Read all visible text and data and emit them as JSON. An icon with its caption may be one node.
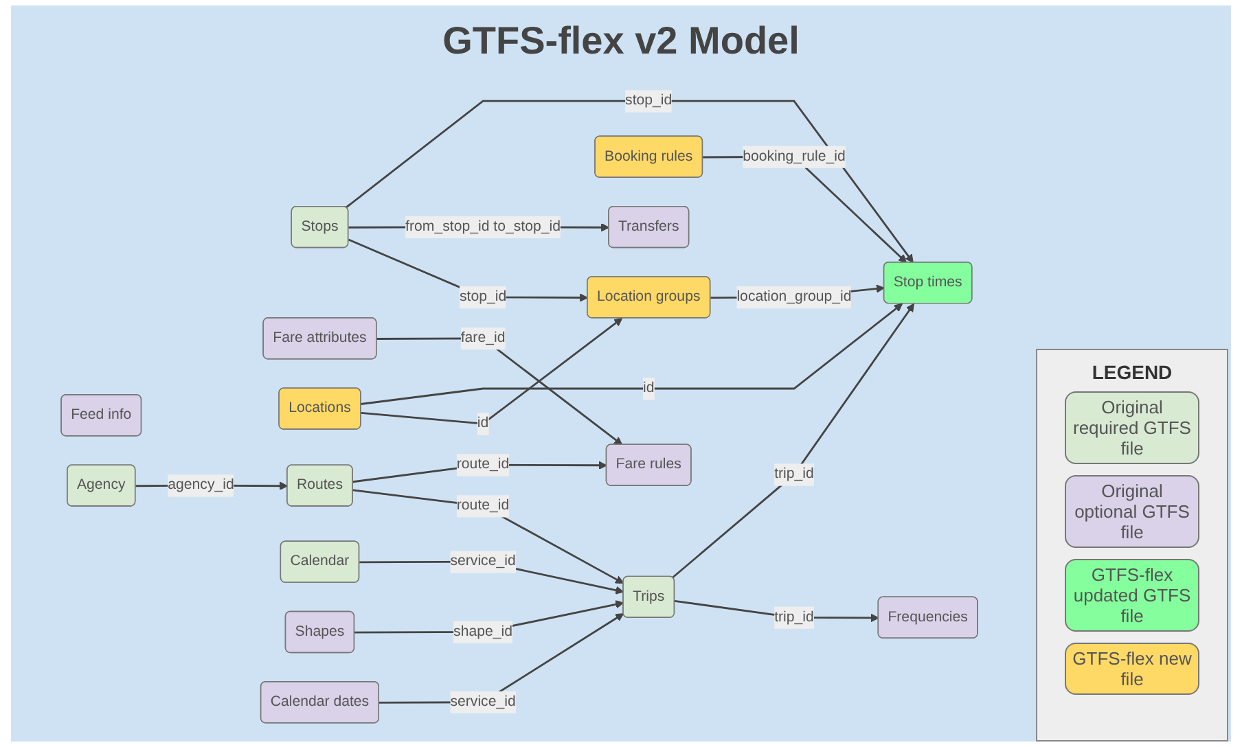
{
  "diagram": {
    "title": "GTFS-flex v2 Model",
    "nodes": [
      {
        "text": [
          "Stop times"
        ]
      },
      {
        "text": [
          "Stops"
        ]
      },
      {
        "text": [
          "Transfers"
        ]
      },
      {
        "text": [
          "Booking rules"
        ]
      },
      {
        "text": [
          "Feed info"
        ]
      },
      {
        "text": [
          "Location groups"
        ]
      },
      {
        "text": [
          "Fare attributes"
        ]
      },
      {
        "text": [
          "Fare rules"
        ]
      },
      {
        "text": [
          "Locations"
        ]
      },
      {
        "text": [
          "Agency"
        ]
      },
      {
        "text": [
          "Routes"
        ]
      },
      {
        "text": [
          "Trips"
        ]
      },
      {
        "text": [
          "Calendar"
        ]
      },
      {
        "text": [
          "Frequencies"
        ]
      },
      {
        "text": [
          "Shapes"
        ]
      },
      {
        "text": [
          "Calendar dates"
        ]
      }
    ],
    "edges": [
      {
        "from": 1,
        "to": 0,
        "arrow": "to",
        "label": "stop_id"
      },
      {
        "from": 1,
        "to": 2,
        "arrow": "to",
        "label": "from_stop_id to_stop_id"
      },
      {
        "from": 3,
        "to": 0,
        "arrow": "to",
        "label": "booking_rule_id"
      },
      {
        "from": 5,
        "to": 0,
        "arrow": "to",
        "label": "location_group_id"
      },
      {
        "from": 8,
        "to": 0,
        "arrow": "to",
        "label": "id"
      },
      {
        "from": 1,
        "to": 5,
        "arrow": "to",
        "label": "stop_id"
      },
      {
        "from": 8,
        "to": 5,
        "arrow": "to",
        "label": "id"
      },
      {
        "from": 11,
        "to": 0,
        "arrow": "to",
        "label": "trip_id"
      },
      {
        "from": 6,
        "to": 7,
        "arrow": "to",
        "label": "fare_id"
      },
      {
        "from": 10,
        "to": 7,
        "arrow": "to",
        "label": "route_id"
      },
      {
        "from": 9,
        "to": 10,
        "arrow": "to",
        "label": "agency_id"
      },
      {
        "from": 10,
        "to": 11,
        "arrow": "to",
        "label": "route_id"
      },
      {
        "from": 12,
        "to": 11,
        "arrow": "to",
        "label": "service_id"
      },
      {
        "from": 11,
        "to": 13,
        "arrow": "to",
        "label": "trip_id"
      },
      {
        "from": 14,
        "to": 11,
        "arrow": "to",
        "label": "shape_id"
      },
      {
        "from": 15,
        "to": 11,
        "arrow": "to",
        "label": "service_id"
      }
    ],
    "legend": [
      {
        "text": "LEGEND"
      },
      {
        "text": "Original required GTFS file",
        "color": "#d9ead3"
      },
      {
        "text": "Original optional GTFS file",
        "color": "#d9d2e9"
      },
      {
        "text": "GTFS-flex updated GTFS file",
        "color": "#85ff9e"
      },
      {
        "text": "GTFS-flex new file",
        "color": "#ffd966"
      }
    ]
  }
}
